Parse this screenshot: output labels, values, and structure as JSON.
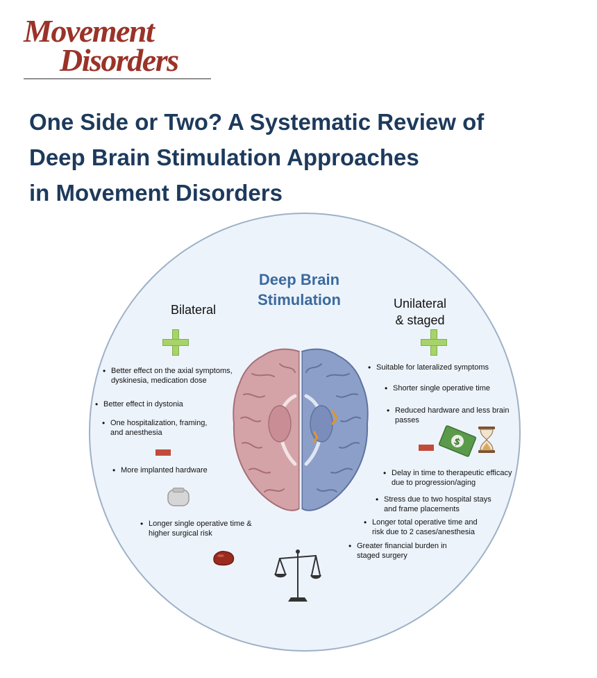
{
  "logo": {
    "line1": "Movement",
    "line2": "Disorders"
  },
  "title": {
    "line1": "One Side or Two? A Systematic Review of",
    "line2": "Deep Brain Stimulation Approaches",
    "line3": "in Movement Disorders"
  },
  "diagram": {
    "center_title": "Deep Brain Stimulation",
    "bilateral": {
      "heading": "Bilateral",
      "pros": [
        "Better effect on the axial symptoms, dyskinesia, medication dose",
        "Better effect in dystonia",
        "One hospitalization, framing, and anesthesia"
      ],
      "cons": [
        "More implanted hardware",
        "Longer single operative time & higher surgical risk"
      ]
    },
    "unilateral": {
      "heading": "Unilateral & staged",
      "pros": [
        "Suitable for lateralized symptoms",
        "Shorter single operative time",
        "Reduced hardware and less brain passes"
      ],
      "cons": [
        "Delay in time to therapeutic efficacy due to progression/aging",
        "Stress due to two hospital stays and frame placements",
        "Longer total operative time and risk due to 2 cases/anesthesia",
        "Greater financial burden in staged surgery"
      ]
    }
  },
  "colors": {
    "logo": "#9a3328",
    "title": "#1d3a5c",
    "circle_fill": "#edf3fb",
    "pro_plus": "#a7d36a",
    "con_minus": "#c24a3a",
    "brain_left": "#d4a3a8",
    "brain_right": "#8c9fc8"
  },
  "icons": [
    "plus-icon",
    "minus-icon",
    "brain-illustration",
    "pulse-generator-icon",
    "blood-drop-icon",
    "balance-scale-icon",
    "money-bill-icon",
    "hourglass-icon"
  ]
}
